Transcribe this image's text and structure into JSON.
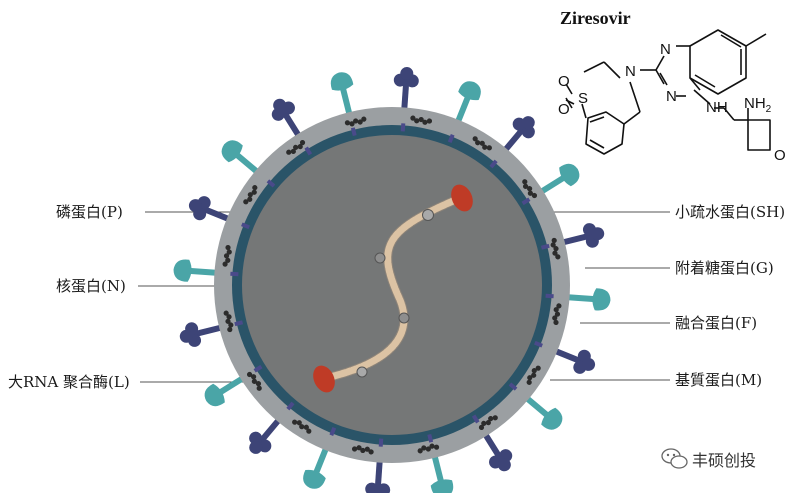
{
  "colors": {
    "outer_membrane": "#9b9fa2",
    "matrix_ring": "#2a5468",
    "core": "#757777",
    "g_protein": "#3d4477",
    "f_protein": "#4aa5a7",
    "m_protein": "#2c2c2c",
    "rna": "#dcc3a4",
    "polymerase": "#bf3b26",
    "label_line": "#555555"
  },
  "labels": {
    "phosphoprotein": "磷蛋白(P)",
    "nucleoprotein": "核蛋白(N)",
    "polymerase": "大RNA 聚合酶(L)",
    "small_hydrophobic": "小疏水蛋白(SH)",
    "glycoprotein": "附着糖蛋白(G)",
    "fusion": "融合蛋白(F)",
    "matrix": "基質蛋白(M)"
  },
  "molecule": {
    "title": "Ziresovir",
    "atoms": {
      "s": "S",
      "o1": "O",
      "o2": "O",
      "n_ring": "N",
      "n_pyr1": "N",
      "n_pyr2": "N",
      "nh": "NH",
      "nh2": "NH",
      "nh2_sub": "2",
      "o_oxetane": "O"
    }
  },
  "watermark": {
    "icon": "wechat-icon",
    "text": "丰硕创投"
  }
}
